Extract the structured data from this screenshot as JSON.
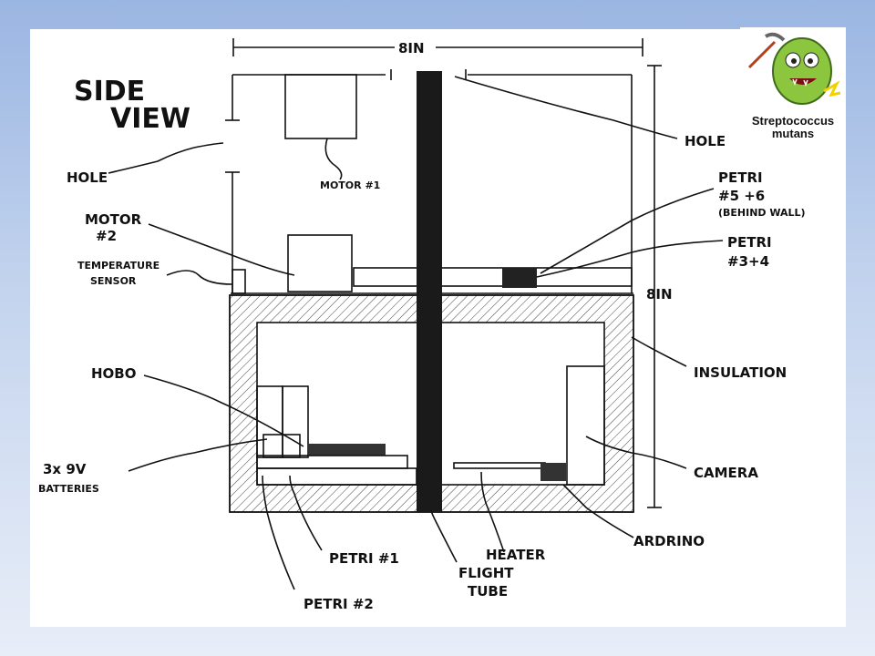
{
  "diagram": {
    "title_line1": "SIDE",
    "title_line2": "VIEW",
    "width_dim": "8IN",
    "height_dim": "8IN",
    "labels": {
      "motor1": "MOTOR #1",
      "hole_left": "HOLE",
      "hole_right": "HOLE",
      "motor2_line1": "MOTOR",
      "motor2_line2": "#2",
      "temp_line1": "TEMPERATURE",
      "temp_line2": "SENSOR",
      "petri56_line1": "PETRI",
      "petri56_line2": "#5 +6",
      "petri56_line3": "(BEHIND WALL)",
      "petri34_line1": "PETRI",
      "petri34_line2": "#3+4",
      "insulation": "INSULATION",
      "hobo": "HOBO",
      "batteries_line1": "3x 9V",
      "batteries_line2": "BATTERIES",
      "camera": "CAMERA",
      "arduino": "ARDRINO",
      "heater": "HEATER",
      "flight_line1": "FLIGHT",
      "flight_line2": "TUBE",
      "petri1": "PETRI #1",
      "petri2": "PETRI #2"
    }
  },
  "logo": {
    "line1": "Streptococcus",
    "line2": "mutans",
    "icon": "bacteria-mascot-icon"
  },
  "colors": {
    "slide_top": "#9ab6e2",
    "ink": "#111111",
    "mascot_green": "#8cc63f"
  }
}
